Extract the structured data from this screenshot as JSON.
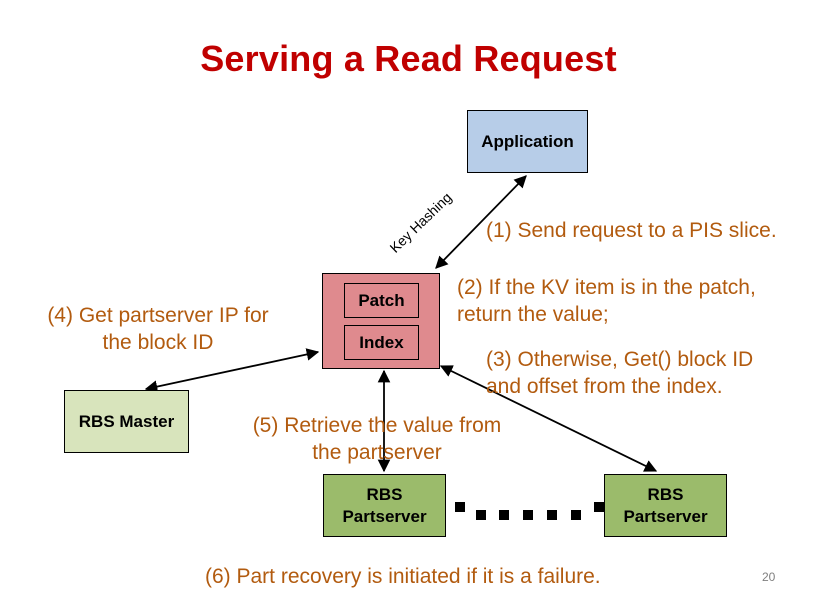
{
  "title": "Serving a Read Request",
  "boxes": {
    "application": "Application",
    "patch": "Patch",
    "index": "Index",
    "rbs_master": "RBS Master",
    "partserver_line1": "RBS",
    "partserver_line2": "Partserver"
  },
  "edge_labels": {
    "key_hashing": "Key Hashing"
  },
  "annotations": {
    "step1": "(1) Send request to a PIS slice.",
    "step2_line1": "(2) If the KV item is in the patch,",
    "step2_line2": "return the value;",
    "step3_line1": "(3) Otherwise, Get() block ID",
    "step3_line2": "and offset from the index.",
    "step4_line1": "(4) Get partserver IP for",
    "step4_line2": "the block ID",
    "step5_line1": "(5) Retrieve the value from",
    "step5_line2": "the partserver",
    "step6": "(6) Part recovery is initiated if it is a failure."
  },
  "page_number": "20",
  "colors": {
    "title": "#c00000",
    "annotation": "#b25b0f",
    "application_fill": "#b7cde8",
    "pis_fill": "#df8a8e",
    "master_fill": "#d8e4bc",
    "partserver_fill": "#9bbb6b"
  }
}
